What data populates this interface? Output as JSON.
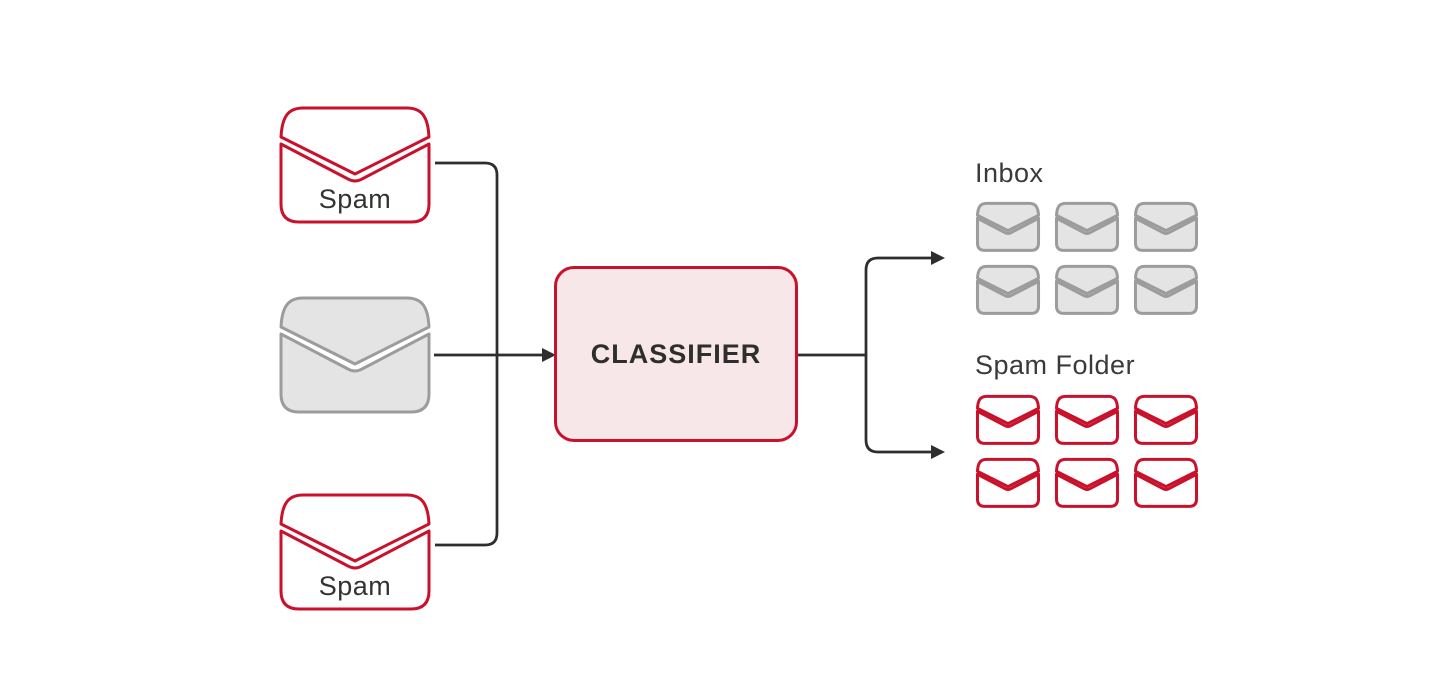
{
  "colors": {
    "red": "#C9112C",
    "pink_fill": "#F8E7E9",
    "gray_fill": "#E4E4E4",
    "gray_stroke": "#9C9C9C",
    "line": "#2E2E2E",
    "text": "#333333"
  },
  "icons": {
    "envelope": "envelope-icon",
    "arrow": "arrowhead-right"
  },
  "inputs": [
    {
      "label": "Spam",
      "variant": "spam-red-outline"
    },
    {
      "label": "",
      "variant": "normal-gray-filled"
    },
    {
      "label": "Spam",
      "variant": "spam-red-outline"
    }
  ],
  "classifier": {
    "label": "CLASSIFIER"
  },
  "outputs": [
    {
      "label": "Inbox",
      "variant": "gray-filled",
      "envelope_count": 6
    },
    {
      "label": "Spam Folder",
      "variant": "red-outline",
      "envelope_count": 6
    }
  ]
}
